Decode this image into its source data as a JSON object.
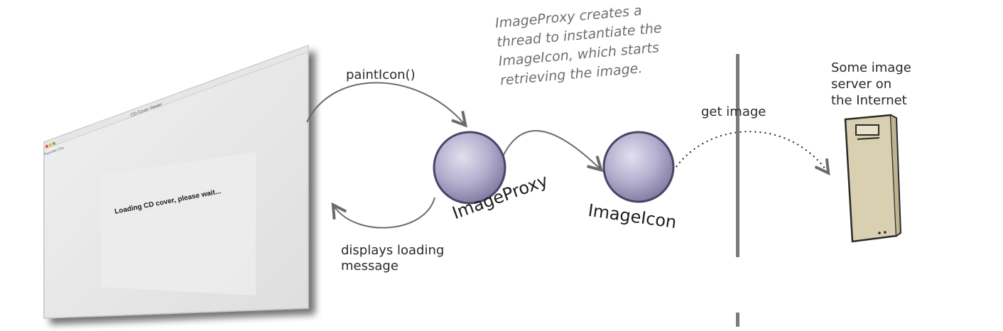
{
  "window": {
    "title": "CD Cover Viewer",
    "menu": "Favorite CDs",
    "loading_text": "Loading CD cover, please wait..."
  },
  "labels": {
    "paint_icon": "paintIcon()",
    "displays_loading_message": [
      "displays loading",
      "message"
    ],
    "get_image": "get image",
    "server": [
      "Some image",
      "server on",
      "the Internet"
    ]
  },
  "annotation": [
    "ImageProxy creates a",
    "thread to instantiate the",
    "ImageIcon, which starts",
    "retrieving the image."
  ],
  "nodes": {
    "image_proxy": "ImageProxy",
    "image_icon": "ImageIcon"
  },
  "colors": {
    "sphere_fill": "#a9a4c6",
    "sphere_edge": "#4a4468",
    "arrow": "#6b6b6b",
    "server_body": "#d8d0b0",
    "divider": "#7a7a7a"
  }
}
